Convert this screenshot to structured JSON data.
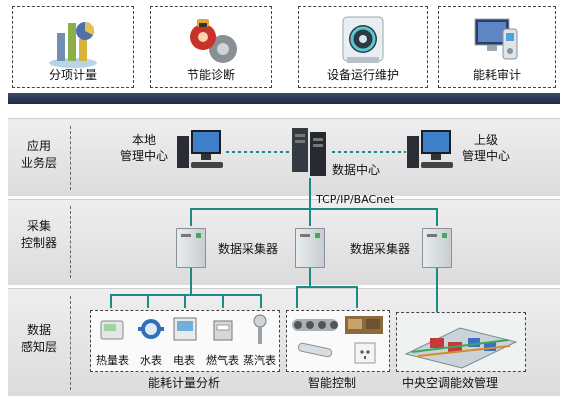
{
  "modules": [
    {
      "label": "分项计量",
      "icon": "metering-chart-icon"
    },
    {
      "label": "节能诊断",
      "icon": "energy-diagnosis-icon"
    },
    {
      "label": "设备运行维护",
      "icon": "equipment-maintenance-icon"
    },
    {
      "label": "能耗审计",
      "icon": "energy-audit-icon"
    }
  ],
  "layers": {
    "application": "应用\n业务层",
    "collection": "采集\n控制器",
    "perception": "数据\n感知层"
  },
  "nodes": {
    "local_center": "本地\n管理中心",
    "data_center": "数据中心",
    "upper_center": "上级\n管理中心",
    "protocol": "TCP/IP/BACnet",
    "collector_1": "数据采集器",
    "collector_2": "数据采集器"
  },
  "meters": [
    {
      "label": "热量表"
    },
    {
      "label": "水表"
    },
    {
      "label": "电表"
    },
    {
      "label": "燃气表"
    },
    {
      "label": "蒸汽表"
    }
  ],
  "groups": {
    "metering": "能耗计量分析",
    "smart_control": "智能控制",
    "hvac": "中央空调能效管理"
  },
  "colors": {
    "teal_link": "#1d8a86",
    "navy_bar": "#1f2a44"
  }
}
